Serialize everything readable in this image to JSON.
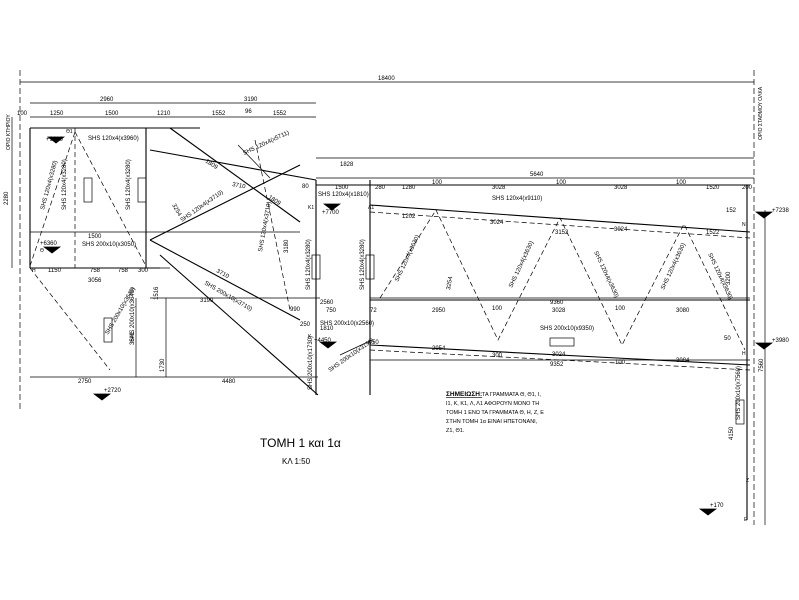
{
  "title": "ΤΟΜΗ 1 και 1α",
  "scale": "ΚΛ 1:50",
  "boundaries": {
    "left": "ΟΡΙΟ ΚΤΗΡΙΟΥ",
    "right": "ΟΡΙΟ ΣΤΑΘΜΟΥ ΟΛΚΑ"
  },
  "note": {
    "heading": "ΣΗΜΕΙΩΣΗ:",
    "lines": [
      "ΤΑ ΓΡΑΜΜΑΤΑ Θ, Θ1, Ι,",
      "Ι1, Κ, Κ1, Λ, Λ1 ΑΦΟΡΟΥΝ ΜΟΝΟ ΤΗ",
      "ΤΟΜΗ 1 ΕΝΩ ΤΑ ΓΡΑΜΜΑΤΑ Θ, Η, Ζ, Ε",
      "ΣΤΗΝ ΤΟΜΗ 1α ΕΙΝΑΙ ΗΠΕΤΟΝΑΝΙ,",
      "Ζ1, Θ1."
    ]
  },
  "dimensions": {
    "overall": "18400",
    "d2960": "2960",
    "d3190": "3190",
    "d1250": "1250",
    "d1500a": "1500",
    "d1210": "1210",
    "d1552a": "1552",
    "d1552b": "1552",
    "d100a": "100",
    "d96": "96",
    "d1828": "1828",
    "d5640": "5640",
    "d1500b": "1500",
    "d280": "280",
    "d1280": "1280",
    "d100b": "100",
    "d3028a": "3028",
    "d100c": "100",
    "d3028b": "3028",
    "d100d": "100",
    "d1520": "1520",
    "d200a": "200",
    "d1202": "1202",
    "d3024a": "3024",
    "d3152a": "3152",
    "d3024b": "3024",
    "d1522": "1522",
    "d152": "152",
    "d1500c": "1500",
    "d1150": "1150",
    "d758a": "758",
    "d758b": "758",
    "d300a": "300",
    "d3056": "3056",
    "d2560": "2560",
    "d9360": "9360",
    "d750": "750",
    "d72": "72",
    "d2950": "2950",
    "d3028c": "3028",
    "d3080": "3080",
    "d2954": "2954",
    "d3024c": "3024",
    "d3084": "3084",
    "d9352": "9352",
    "d2750": "2750",
    "d4480": "4480",
    "d3190b": "3190",
    "d3056v": "3056",
    "d2280": "2280",
    "d1516": "1516",
    "d3641": "3641",
    "d1730": "1730",
    "d7560": "7560",
    "d4150": "4150",
    "d1809a": "1809",
    "d1809b": "1809",
    "d3710a": "3710",
    "d3710b": "3710",
    "d3254": "3254",
    "d1810": "1810",
    "d3200": "3200",
    "d3180": "3180",
    "d80": "80",
    "d990": "990",
    "d250": "250",
    "d50a": "50",
    "d50b": "50",
    "d300b": "300",
    "d100e": "100",
    "d100f": "100",
    "d100g": "100"
  },
  "levels": {
    "l1": "+9610",
    "l2": "+6360",
    "l3": "+7700",
    "l4": "+7238",
    "l5": "+4450",
    "l6": "+3980",
    "l7": "+2720",
    "l8": "+170"
  },
  "points": {
    "theta1": "Θ1",
    "theta": "Θ",
    "eta": "Η",
    "k1": "Κ1",
    "l1": "Λ1",
    "k": "Κ",
    "l": "Λ",
    "n": "Ν",
    "h1": "Η",
    "z": "Ζ",
    "e": "Ε"
  },
  "sections": {
    "s1": "SHS 120x4(x3960)",
    "s2": "SHS 120x4(x3280)",
    "s3": "SHS 120x4(x3280)",
    "s4": "SHS 200x10(x3050)",
    "s5": "SHS 200x10(x3640)",
    "s6": "SHS 200x10(x3640)",
    "s7": "SHS 120x4(x5711)",
    "s8": "SHS 120x4(x3710)",
    "s9": "SHS 120x4(x3710)",
    "s10": "SHS 200x10(x3710)",
    "s11": "SHS 120x4(x1810)",
    "s12": "SHS 120x4(x3280)",
    "s13": "SHS 120x4(x3280)",
    "s14": "SHS 200x10(x2560)",
    "s15": "SHS 200x10(x1730)",
    "s16": "SHS 200x10(x3190)",
    "s17": "SHS 120x4(x9110)",
    "s18": "SHS 120x4(x3630)",
    "s19": "SHS 120x4(x3630)",
    "s20": "SHS 120x4(x3630)",
    "s21": "SHS 120x4(x3630)",
    "s22": "SHS 120x4(x3630)",
    "s23": "SHS 200x10(x9350)",
    "s24": "SHS 200x10(x7560)",
    "s25": "SHS 120x4(x3280)"
  }
}
